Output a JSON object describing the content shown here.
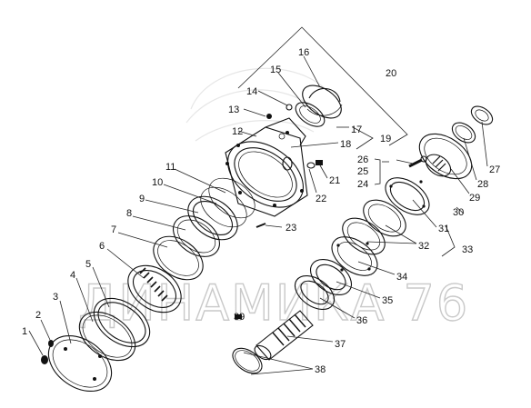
{
  "watermark": {
    "text": "ДИНАМИКА 76"
  },
  "callouts": {
    "n1": "1",
    "n2": "2",
    "n3": "3",
    "n4": "4",
    "n5": "5",
    "n6": "6",
    "n7": "7",
    "n8": "8",
    "n9": "9",
    "n10": "10",
    "n11": "11",
    "n12": "12",
    "n13": "13",
    "n14": "14",
    "n15": "15",
    "n16": "16",
    "n17": "17",
    "n18": "18",
    "n19": "19",
    "n20": "20",
    "n21": "21",
    "n22": "22",
    "n23": "23",
    "n24": "24",
    "n25": "25",
    "n26": "26",
    "n27": "27",
    "n28": "28",
    "n29": "29",
    "n30": "30",
    "n31": "31",
    "n32": "32",
    "n33": "33",
    "n34": "34",
    "n35": "35",
    "n36": "36",
    "n37": "37",
    "n38": "38",
    "n39": "39"
  }
}
